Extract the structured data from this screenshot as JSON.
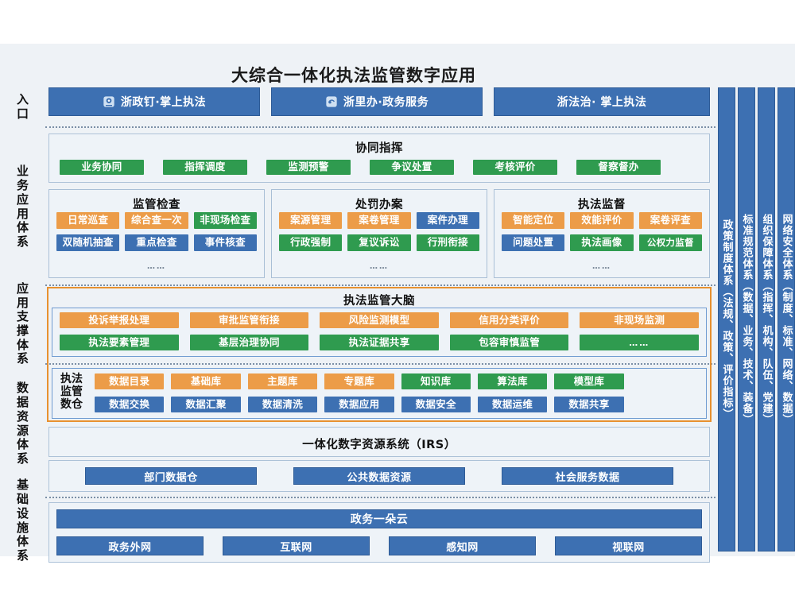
{
  "title": "大综合一体化执法监管数字应用",
  "left_rail": [
    {
      "name": "entry",
      "label": "入口"
    },
    {
      "name": "business-application-system",
      "label": "业务应用体系"
    },
    {
      "name": "application-support-system",
      "label": "应用支撑体系"
    },
    {
      "name": "data-resource-system",
      "label": "数据资源体系"
    },
    {
      "name": "infrastructure-system",
      "label": "基础设施体系"
    }
  ],
  "entries": [
    {
      "label": "浙政钉·掌上执法",
      "icon": "zhezhengding-icon"
    },
    {
      "label": "浙里办·政务服务",
      "icon": "zhiliban-icon"
    },
    {
      "label": "浙法治· 掌上执法",
      "icon": "none"
    }
  ],
  "collab": {
    "title": "协同指挥",
    "chips": [
      {
        "label": "业务协同",
        "color": "green"
      },
      {
        "label": "指挥调度",
        "color": "green"
      },
      {
        "label": "监测预警",
        "color": "green"
      },
      {
        "label": "争议处置",
        "color": "green"
      },
      {
        "label": "考核评价",
        "color": "green"
      },
      {
        "label": "督察督办",
        "color": "green"
      }
    ]
  },
  "business_panels": [
    {
      "title": "监管检查",
      "chips": [
        {
          "label": "日常巡查",
          "color": "orange"
        },
        {
          "label": "综合查一次",
          "color": "orange"
        },
        {
          "label": "非现场检查",
          "color": "green"
        },
        {
          "label": "双随机抽查",
          "color": "blue"
        },
        {
          "label": "重点检查",
          "color": "blue"
        },
        {
          "label": "事件核查",
          "color": "blue"
        }
      ],
      "more": "……"
    },
    {
      "title": "处罚办案",
      "chips": [
        {
          "label": "案源管理",
          "color": "orange"
        },
        {
          "label": "案卷管理",
          "color": "orange"
        },
        {
          "label": "案件办理",
          "color": "blue"
        },
        {
          "label": "行政强制",
          "color": "green"
        },
        {
          "label": "复议诉讼",
          "color": "green"
        },
        {
          "label": "行刑衔接",
          "color": "green"
        }
      ],
      "more": "……"
    },
    {
      "title": "执法监督",
      "chips": [
        {
          "label": "智能定位",
          "color": "orange"
        },
        {
          "label": "效能评价",
          "color": "orange"
        },
        {
          "label": "案卷评查",
          "color": "orange"
        },
        {
          "label": "问题处置",
          "color": "blue"
        },
        {
          "label": "执法画像",
          "color": "green"
        },
        {
          "label": "公权力监督",
          "color": "green"
        }
      ],
      "more": "……"
    }
  ],
  "brain": {
    "title": "执法监管大脑",
    "chips": [
      {
        "label": "投诉举报处理",
        "color": "orange"
      },
      {
        "label": "审批监管衔接",
        "color": "orange"
      },
      {
        "label": "风险监测模型",
        "color": "orange"
      },
      {
        "label": "信用分类评价",
        "color": "orange"
      },
      {
        "label": "非现场监测",
        "color": "orange"
      },
      {
        "label": "执法要素管理",
        "color": "green"
      },
      {
        "label": "基层治理协同",
        "color": "green"
      },
      {
        "label": "执法证据共享",
        "color": "green"
      },
      {
        "label": "包容审慎监管",
        "color": "green"
      },
      {
        "label": "……",
        "color": "green"
      }
    ]
  },
  "warehouse": {
    "label": "执法监管数仓",
    "chips": [
      {
        "label": "数据目录",
        "color": "orange"
      },
      {
        "label": "基础库",
        "color": "orange"
      },
      {
        "label": "主题库",
        "color": "orange"
      },
      {
        "label": "专题库",
        "color": "orange"
      },
      {
        "label": "知识库",
        "color": "green"
      },
      {
        "label": "算法库",
        "color": "green"
      },
      {
        "label": "模型库",
        "color": "green"
      },
      {
        "label": "数据交换",
        "color": "blue"
      },
      {
        "label": "数据汇聚",
        "color": "blue"
      },
      {
        "label": "数据清洗",
        "color": "blue"
      },
      {
        "label": "数据应用",
        "color": "blue"
      },
      {
        "label": "数据安全",
        "color": "blue"
      },
      {
        "label": "数据运维",
        "color": "blue"
      },
      {
        "label": "数据共享",
        "color": "blue"
      }
    ]
  },
  "irs": {
    "title": "一体化数字资源系统（IRS）",
    "bars": [
      "部门数据仓",
      "公共数据资源",
      "社会服务数据"
    ]
  },
  "infra": {
    "cloud": "政务一朵云",
    "bars": [
      "政务外网",
      "互联网",
      "感知网",
      "视联网"
    ]
  },
  "right_rails": [
    {
      "name": "policy-system",
      "label": "政策制度体系（法规、政策、评价指标）"
    },
    {
      "name": "standard-system",
      "label": "标准规范体系（数据、业务、技术、装备）"
    },
    {
      "name": "organization-system",
      "label": "组织保障体系（指挥、机构、队伍、党建）"
    },
    {
      "name": "network-security-system",
      "label": "网络安全体系（制度、标准、网络、数据）"
    }
  ],
  "colors": {
    "orange": "#ec9c48",
    "green": "#2f9b4f",
    "blue": "#3d70b2",
    "panel_bg": "#eef3f8",
    "board_bg": "#eef2f6",
    "highlight": "#e8912f"
  }
}
